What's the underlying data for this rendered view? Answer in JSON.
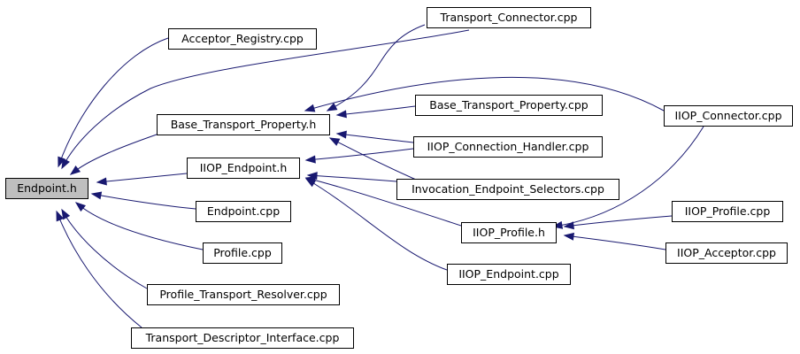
{
  "diagram": {
    "colors": {
      "edge": "#191970",
      "root_fill": "#bfbfbf",
      "node_fill": "#ffffff",
      "border": "#000000"
    },
    "nodes": {
      "endpoint_h": "Endpoint.h",
      "acceptor_registry_cpp": "Acceptor_Registry.cpp",
      "transport_connector_cpp": "Transport_Connector.cpp",
      "base_transport_property_h": "Base_Transport_Property.h",
      "base_transport_property_cpp": "Base_Transport_Property.cpp",
      "iiop_connector_cpp": "IIOP_Connector.cpp",
      "iiop_connection_handler_cpp": "IIOP_Connection_Handler.cpp",
      "iiop_endpoint_h": "IIOP_Endpoint.h",
      "invocation_endpoint_selectors_cpp": "Invocation_Endpoint_Selectors.cpp",
      "endpoint_cpp": "Endpoint.cpp",
      "iiop_profile_cpp": "IIOP_Profile.cpp",
      "iiop_profile_h": "IIOP_Profile.h",
      "iiop_acceptor_cpp": "IIOP_Acceptor.cpp",
      "profile_cpp": "Profile.cpp",
      "iiop_endpoint_cpp": "IIOP_Endpoint.cpp",
      "profile_transport_resolver_cpp": "Profile_Transport_Resolver.cpp",
      "transport_descriptor_interface_cpp": "Transport_Descriptor_Interface.cpp"
    }
  }
}
